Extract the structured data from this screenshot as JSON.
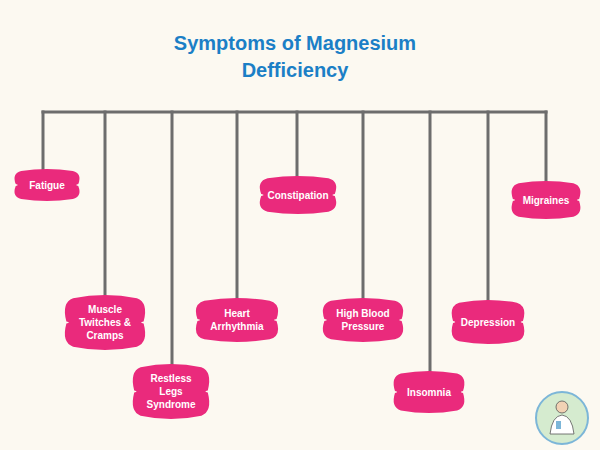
{
  "diagram": {
    "title": "Symptoms of Magnesium Defficiency",
    "nodes": [
      {
        "text": [
          "Fatigue"
        ]
      },
      {
        "text": [
          "Muscle Twitches & Cramps"
        ]
      },
      {
        "text": [
          "Restless Legs Syndrome"
        ]
      },
      {
        "text": [
          "Heart Arrhythmia"
        ]
      },
      {
        "text": [
          "Constipation"
        ]
      },
      {
        "text": [
          "High Blood Pressure"
        ]
      },
      {
        "text": [
          "Insomnia"
        ]
      },
      {
        "text": [
          "Depression"
        ]
      },
      {
        "text": [
          "Migraines"
        ]
      }
    ]
  }
}
